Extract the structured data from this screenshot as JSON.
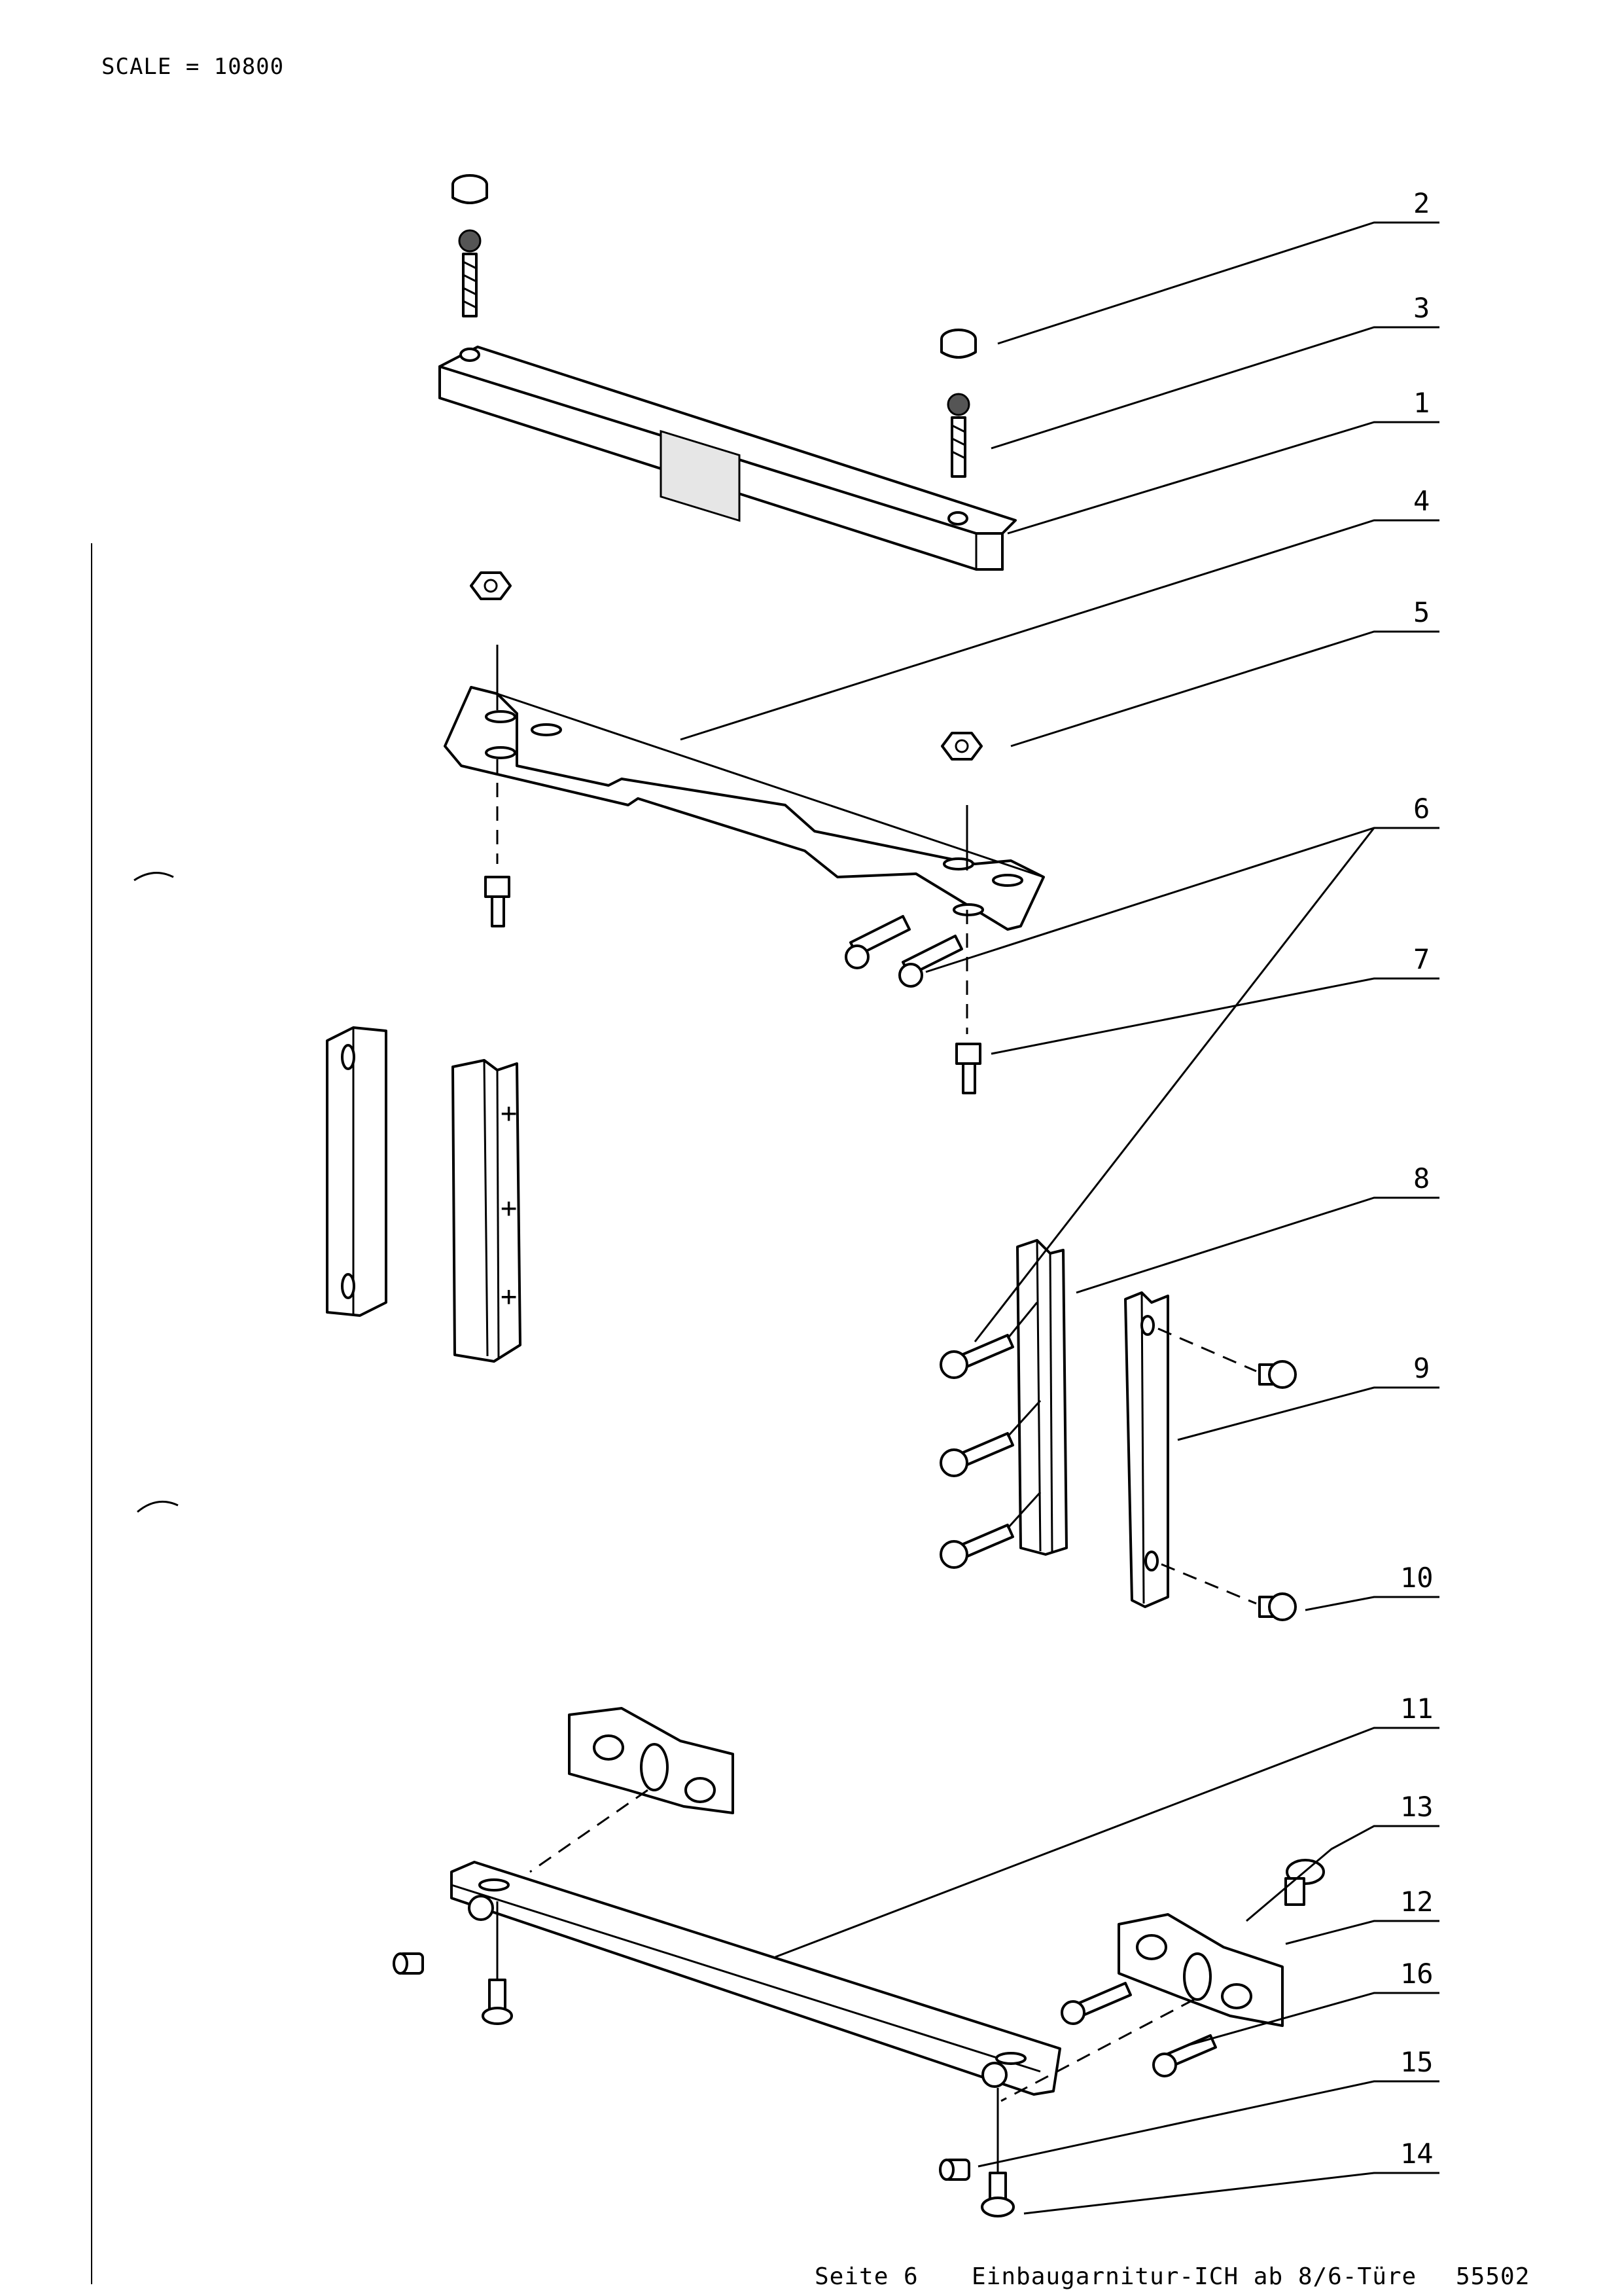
{
  "header": {
    "scale_text": "SCALE = 10800"
  },
  "footer": {
    "page": "Seite 6",
    "title": "Einbaugarnitur-ICH ab 8/6-Türe",
    "number": "55502"
  },
  "callouts": [
    "2",
    "3",
    "1",
    "4",
    "5",
    "6",
    "7",
    "8",
    "9",
    "10",
    "11",
    "13",
    "12",
    "16",
    "15",
    "14"
  ]
}
